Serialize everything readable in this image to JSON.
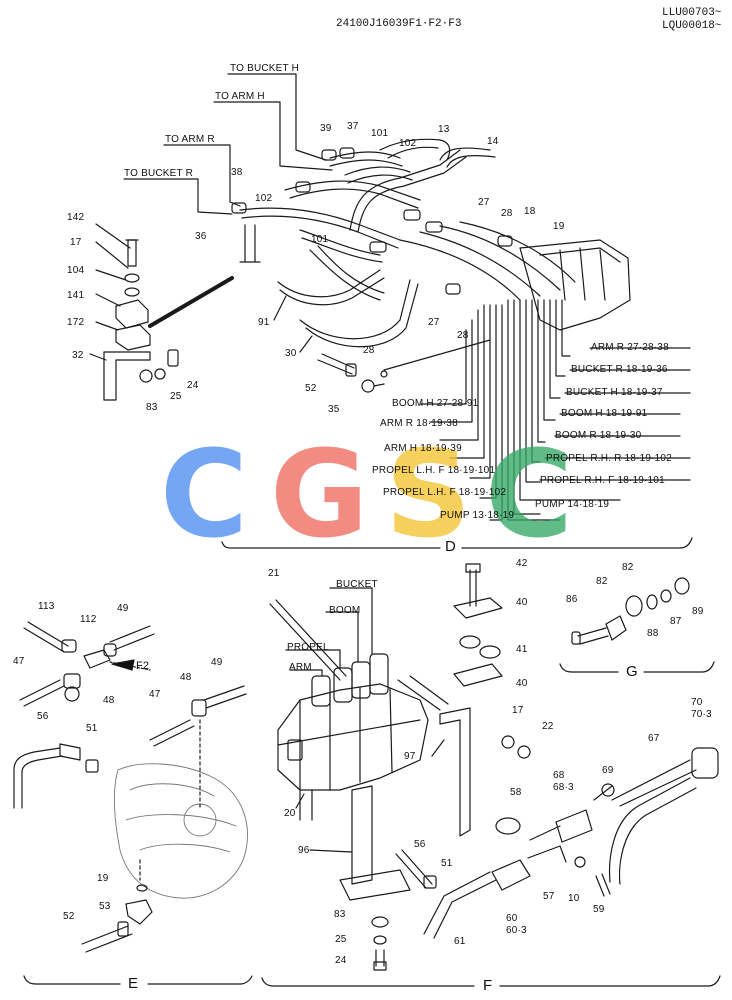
{
  "header": {
    "drawing_number": "24100J16039F1·F2·F3",
    "serial_line_1": "LLU00703~",
    "serial_line_2": "LQU00018~"
  },
  "watermark": {
    "letters": [
      "C",
      "G",
      "S",
      "C"
    ],
    "colors": [
      "#4f8ef0",
      "#ef6b5f",
      "#f4c430",
      "#34a866"
    ]
  },
  "sections": {
    "D": "D",
    "E": "E",
    "F": "F",
    "G": "G",
    "F2_ref": "F2"
  },
  "destinations": {
    "to_bucket_h": "TO BUCKET  H",
    "to_arm_h": "TO ARM  H",
    "to_arm_r": "TO ARM  R",
    "to_bucket_r": "TO BUCKET  R"
  },
  "hose_legend": {
    "arm_r": "ARM  R  27·28·38",
    "bucket_r": "BUCKET  R  18·19·36",
    "bucket_h": "BUCKET  H  18·19·37",
    "boom_h_right": "BOOM  H  18·19·91",
    "boom_r": "BOOM  R  18·19·30",
    "propel_rh_r": "PROPEL  R.H.  R  18·19·102",
    "propel_rh_f": "PROPEL  R.H.  F  18·19·101",
    "pump_14": "PUMP  14·18·19",
    "boom_h_left": "BOOM  H  27·28·91",
    "arm_r_left": "ARM  R   18·19·38",
    "arm_h_left": "ARM  H   18·19·39",
    "propel_f1": "PROPEL  L.H.  F  18·19·101",
    "propel_f2": "PROPEL  L.H.  F  18·19·102",
    "pump_13": "PUMP  13·18·19"
  },
  "valve_labels": {
    "bucket": "BUCKET",
    "boom": "BOOM",
    "propel": "PROPEL",
    "arm": "ARM"
  },
  "parts_d": [
    "39",
    "37",
    "101",
    "102",
    "13",
    "14",
    "38",
    "102",
    "36",
    "101",
    "27",
    "28",
    "18",
    "19",
    "142",
    "17",
    "104",
    "141",
    "172",
    "32",
    "91",
    "30",
    "28",
    "52",
    "35",
    "24",
    "25",
    "83",
    "27",
    "28"
  ],
  "parts_e": [
    "113",
    "112",
    "49",
    "47",
    "48",
    "F2",
    "48",
    "49",
    "47",
    "56",
    "51",
    "19",
    "53",
    "52"
  ],
  "parts_f": [
    "21",
    "42",
    "40",
    "41",
    "40",
    "17",
    "22",
    "97",
    "20",
    "58",
    "67",
    "69",
    "68",
    "68·3",
    "70",
    "70·3",
    "96",
    "56",
    "51",
    "57",
    "10",
    "59",
    "60",
    "60·3",
    "61",
    "83",
    "25",
    "24"
  ],
  "parts_g": [
    "86",
    "82",
    "82",
    "88",
    "87",
    "89"
  ]
}
